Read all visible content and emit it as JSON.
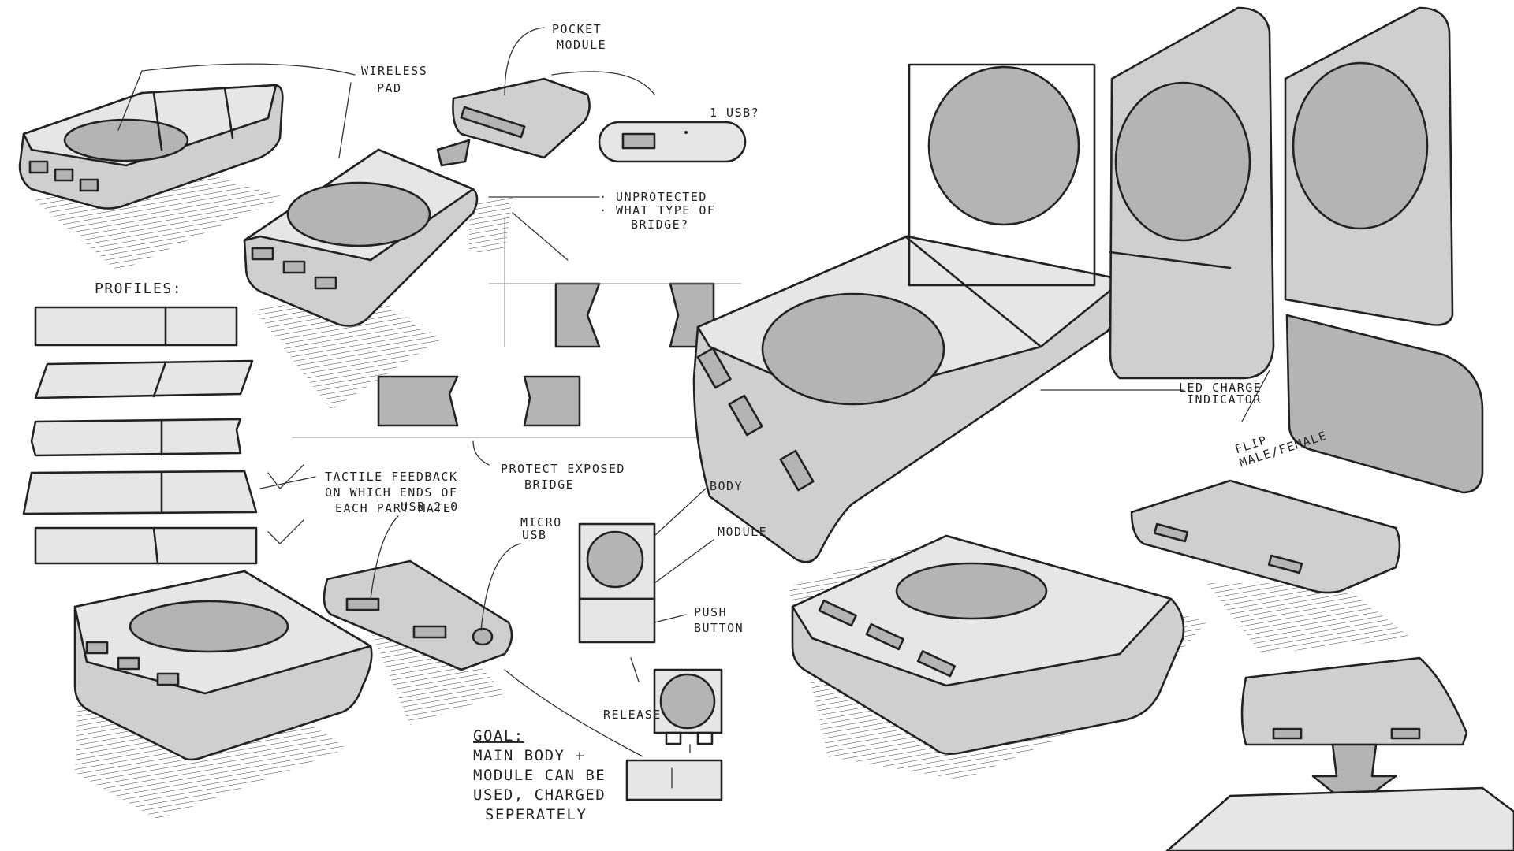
{
  "annotations": {
    "wireless_pad": [
      "WIRELESS",
      "PAD"
    ],
    "pocket_module": [
      "POCKET",
      "MODULE"
    ],
    "one_usb": "1 USB?",
    "unprotected": [
      "· UNPROTECTED",
      "· WHAT TYPE OF",
      "BRIDGE?"
    ],
    "profiles": "PROFILES:",
    "tactile": [
      "TACTILE FEEDBACK",
      "ON WHICH ENDS OF",
      "EACH PART MATE"
    ],
    "protect": [
      "PROTECT EXPOSED",
      "BRIDGE"
    ],
    "usb2": "USB 2.0",
    "micro_usb": [
      "MICRO",
      "USB"
    ],
    "body": "BODY",
    "module": "MODULE",
    "push_button": [
      "PUSH",
      "BUTTON"
    ],
    "release": "RELEASE",
    "goal_title": "GOAL:",
    "goal_lines": [
      "MAIN BODY +",
      "MODULE CAN BE",
      "USED, CHARGED",
      "SEPERATELY"
    ],
    "led": [
      "LED CHARGE",
      "INDICATOR"
    ],
    "flip": [
      "FLIP",
      "MALE/FEMALE"
    ]
  }
}
